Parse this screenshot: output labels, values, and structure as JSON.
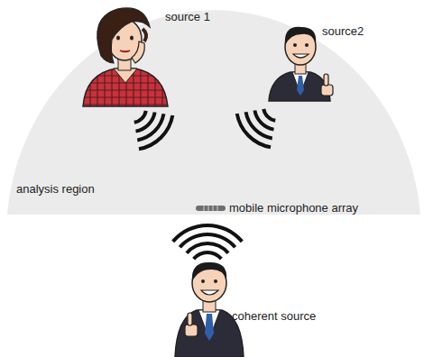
{
  "diagram": {
    "nodes": [
      {
        "text": [
          "analysis region"
        ]
      }
    ],
    "labels": [
      "source 1",
      "source2",
      "mobile microphone array",
      "coherent source"
    ]
  }
}
